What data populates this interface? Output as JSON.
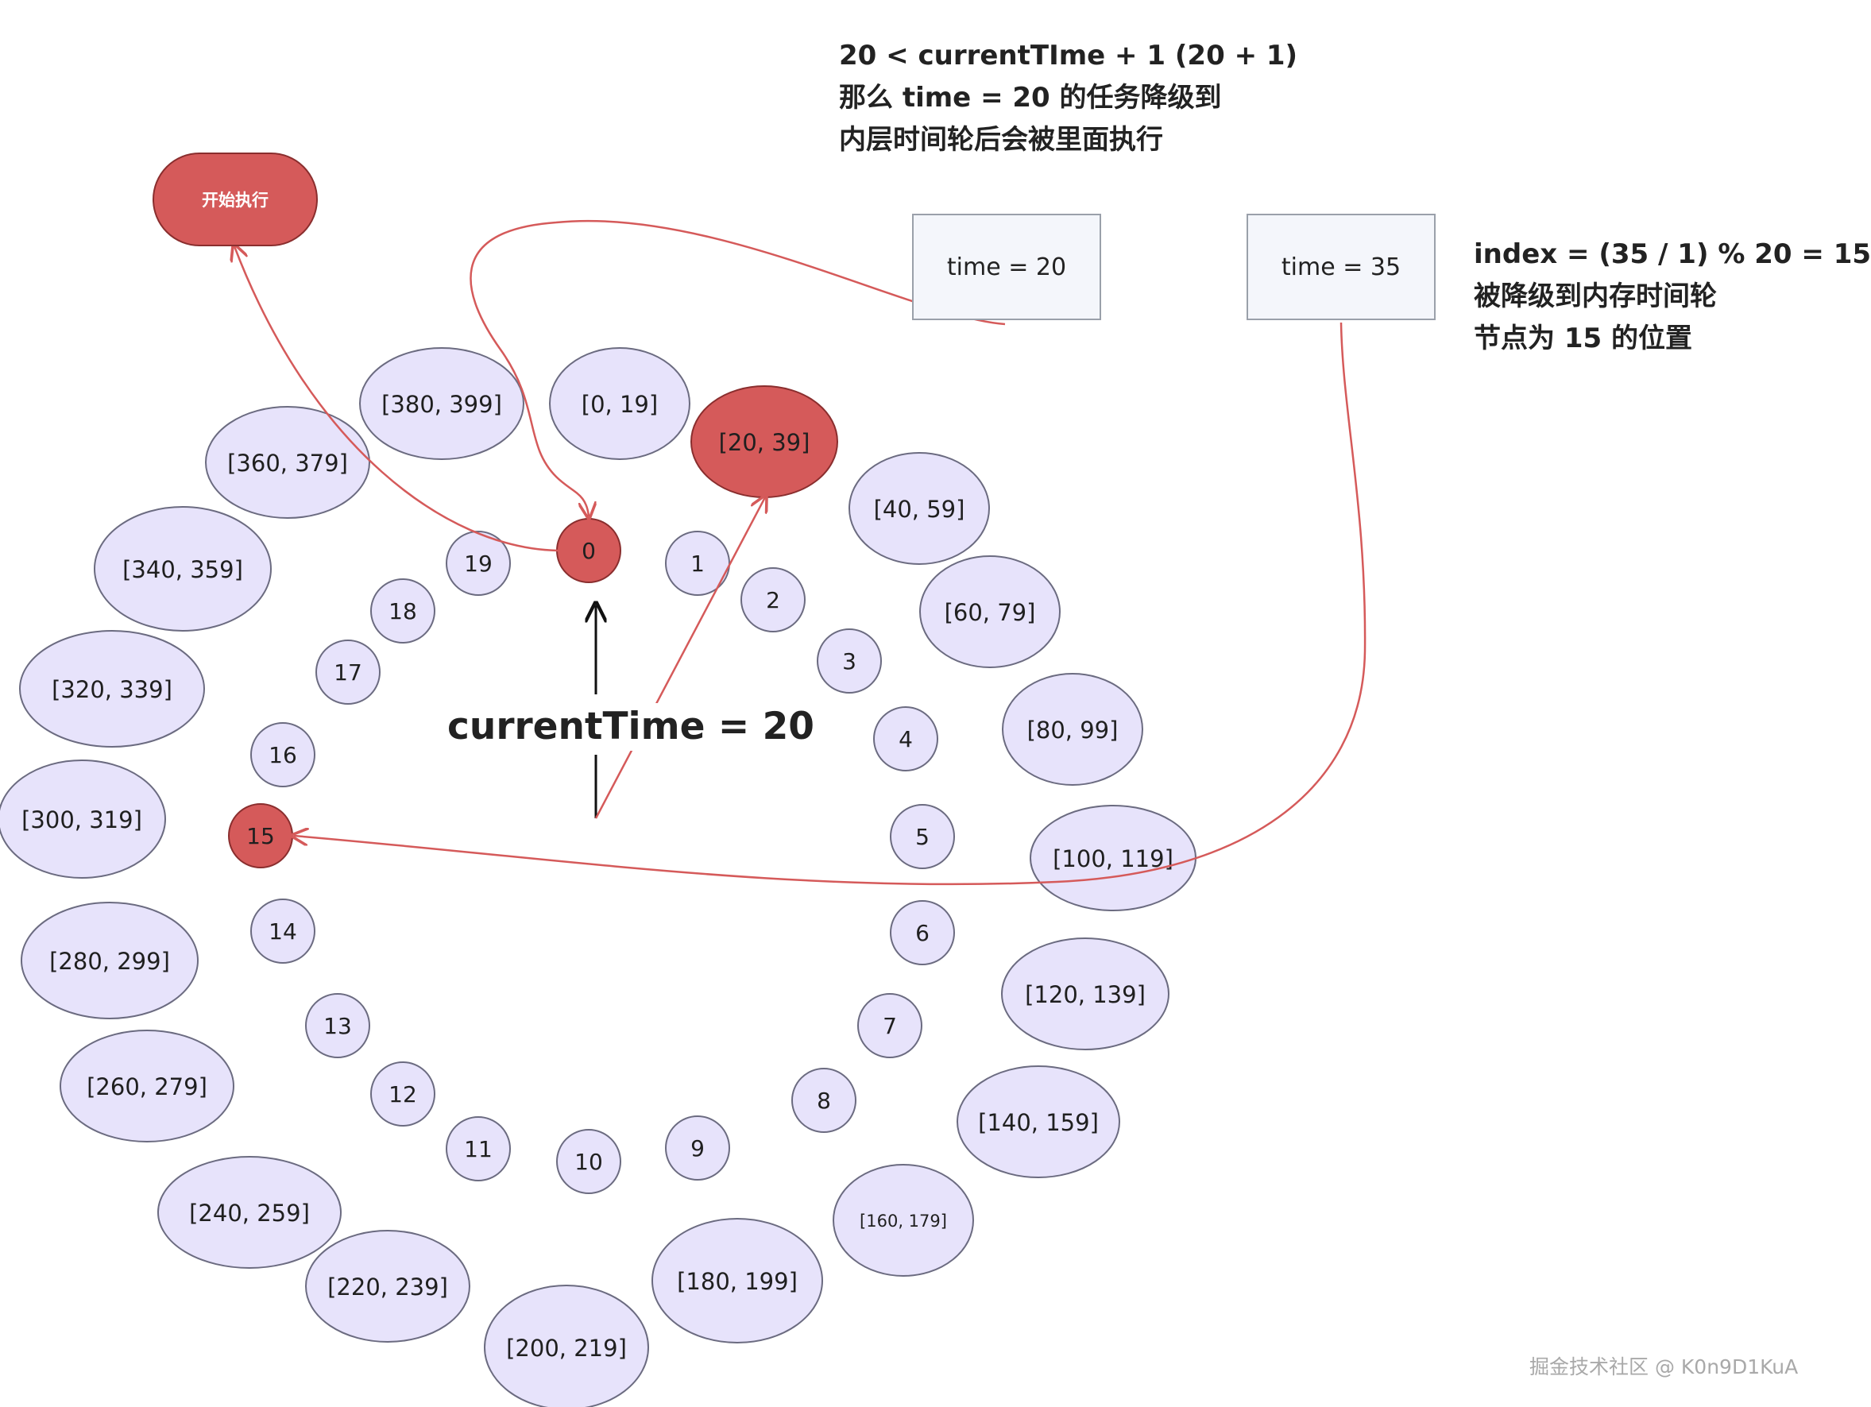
{
  "start_node": {
    "label": "开始执行"
  },
  "notes": {
    "top": [
      "20 < currentTIme + 1 (20 + 1)",
      "那么 time = 20 的任务降级到",
      "内层时间轮后会被里面执行"
    ],
    "right": [
      "index = (35 / 1) % 20 = 15",
      "被降级到内存时间轮",
      "节点为 15  的位置"
    ],
    "current_time": "currentTime = 20"
  },
  "boxes": {
    "task_a": "time = 20",
    "task_b": "time = 35"
  },
  "inner_wheel": {
    "slots": [
      "0",
      "1",
      "2",
      "3",
      "4",
      "5",
      "6",
      "7",
      "8",
      "9",
      "10",
      "11",
      "12",
      "13",
      "14",
      "15",
      "16",
      "17",
      "18",
      "19"
    ],
    "highlighted": [
      "0",
      "15"
    ]
  },
  "outer_wheel": {
    "buckets": [
      "[0, 19]",
      "[20, 39]",
      "[40, 59]",
      "[60, 79]",
      "[80, 99]",
      "[100, 119]",
      "[120, 139]",
      "[140, 159]",
      "[160, 179]",
      "[180, 199]",
      "[200, 219]",
      "[220, 239]",
      "[240, 259]",
      "[260, 279]",
      "[280, 299]",
      "[300, 319]",
      "[320, 339]",
      "[340, 359]",
      "[360, 379]",
      "[380, 399]"
    ],
    "highlighted": [
      "[20, 39]"
    ]
  },
  "colors": {
    "bucket_fill": "#e7e3fb",
    "bucket_stroke": "#6b6b80",
    "highlight_fill": "#d55a5a",
    "highlight_stroke": "#8a2e2e",
    "arrow_red": "#d55a5a",
    "arrow_black": "#111111"
  },
  "watermark": "掘金技术社区 @ K0n9D1KuA"
}
